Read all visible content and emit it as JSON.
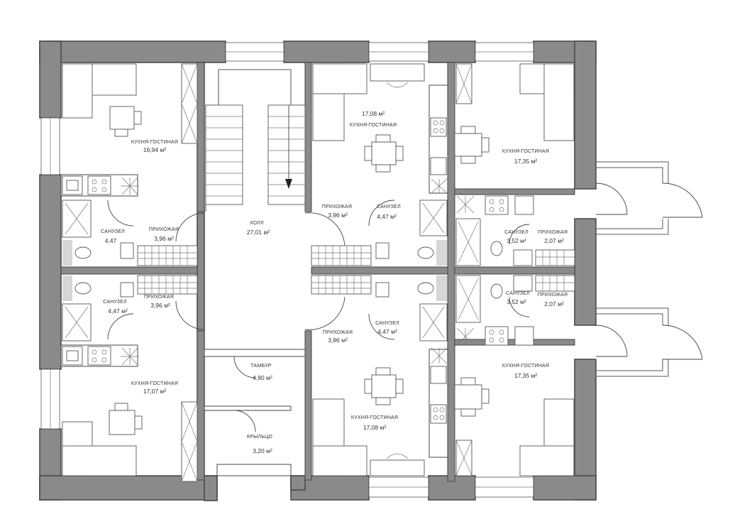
{
  "plan": {
    "rooms": [
      {
        "id": "r1",
        "name": "КУХНЯ-ГОСТИНАЯ",
        "area": "16,94 м²"
      },
      {
        "id": "r2",
        "name": "ПРИХОЖАЯ",
        "area": "3,96 м²"
      },
      {
        "id": "r3",
        "name": "САНУЗЕЛ",
        "area": "4,47"
      },
      {
        "id": "r4",
        "name": "САНУЗЕЛ",
        "area": "4,47 м²"
      },
      {
        "id": "r5",
        "name": "ПРИХОЖАЯ",
        "area": "3,96 м²"
      },
      {
        "id": "r6",
        "name": "КУХНЯ-ГОСТИНАЯ",
        "area": "17,07 м²"
      },
      {
        "id": "r7",
        "name": "ХОЛЛ",
        "area": "27,01 м²"
      },
      {
        "id": "r8",
        "name": "ТАМБУР",
        "area": "4,90 м²"
      },
      {
        "id": "r9",
        "name": "КРЫЛЬЦО",
        "area": "3,20 м²"
      },
      {
        "id": "r10",
        "name": "КУХНЯ-ГОСТИНАЯ",
        "area": "17,08 м²"
      },
      {
        "id": "r11",
        "name": "ПРИХОЖАЯ",
        "area": "3,96 м²"
      },
      {
        "id": "r12",
        "name": "САНУЗЕЛ",
        "area": "4,47 м²"
      },
      {
        "id": "r13",
        "name": "САНУЗЕЛ",
        "area": "4,47 м²"
      },
      {
        "id": "r14",
        "name": "ПРИХОЖАЯ",
        "area": "3,96 м²"
      },
      {
        "id": "r15",
        "name": "КУХНЯ-ГОСТИНАЯ",
        "area": "17,08 м²"
      },
      {
        "id": "r16",
        "name": "КУХНЯ-ГОСТИНАЯ",
        "area": "17,35 м²"
      },
      {
        "id": "r17",
        "name": "САНУЗЕЛ",
        "area": "3,52 м²"
      },
      {
        "id": "r18",
        "name": "ПРИХОЖАЯ",
        "area": "2,07 м²"
      },
      {
        "id": "r19",
        "name": "САНУЗЕЛ",
        "area": "3,52 м²"
      },
      {
        "id": "r20",
        "name": "ПРИХОЖАЯ",
        "area": "2,07 м²"
      },
      {
        "id": "r21",
        "name": "КУХНЯ-ГОСТИНАЯ",
        "area": "17,35 м²"
      }
    ]
  }
}
